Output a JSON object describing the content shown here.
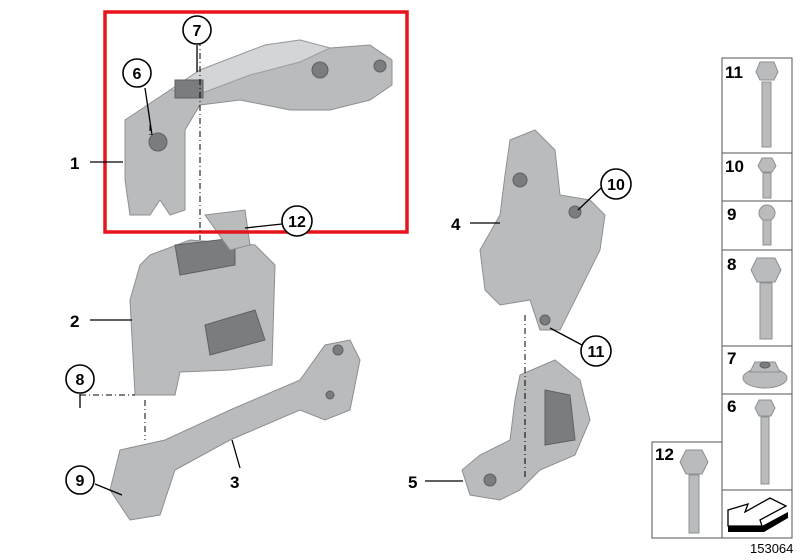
{
  "diagram": {
    "highlight_color": "#e8141b",
    "callouts": {
      "p1": "1",
      "p2": "2",
      "p3": "3",
      "p4": "4",
      "p5": "5",
      "p6": "6",
      "p7": "7",
      "p8": "8",
      "p9": "9",
      "p10": "10",
      "p11": "11",
      "p12": "12"
    },
    "fastener_panel": {
      "items": [
        {
          "label": "11",
          "icon": "long-flange-bolt"
        },
        {
          "label": "10",
          "icon": "short-flange-bolt"
        },
        {
          "label": "9",
          "icon": "washer-bolt"
        },
        {
          "label": "8",
          "icon": "large-flange-bolt"
        },
        {
          "label": "7",
          "icon": "flange-nut"
        },
        {
          "label": "6",
          "icon": "long-flange-bolt"
        },
        {
          "label": "12",
          "icon": "flange-bolt"
        }
      ],
      "nav_icon": "arrow-icon"
    },
    "reference_number": "153064"
  }
}
